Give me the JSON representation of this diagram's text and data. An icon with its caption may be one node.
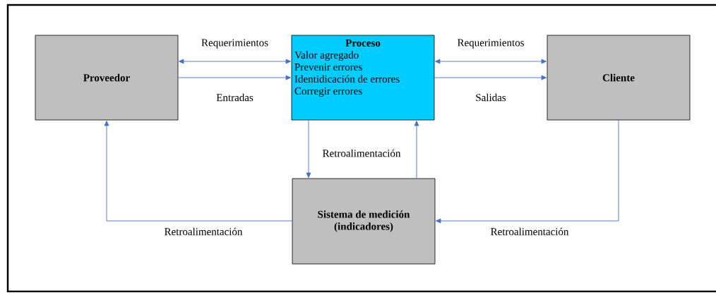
{
  "diagram": {
    "nodes": [
      {
        "text": [
          "Proveedor"
        ]
      },
      {
        "text": [
          "Proceso",
          "Valor agregado",
          "Prevenir errores",
          "Identidicación de errores",
          "Corregir errores"
        ]
      },
      {
        "text": [
          "Cliente"
        ]
      },
      {
        "text": [
          "Sistema de medición (indicadores)"
        ]
      }
    ],
    "edges": [
      {
        "from": 0,
        "to": 1,
        "arrow": "both",
        "label": "Requerimientos"
      },
      {
        "from": 0,
        "to": 1,
        "arrow": "to",
        "label": "Entradas"
      },
      {
        "from": 1,
        "to": 2,
        "arrow": "both",
        "label": "Requerimientos"
      },
      {
        "from": 1,
        "to": 2,
        "arrow": "to",
        "label": "Salidas"
      },
      {
        "from": 1,
        "to": 3,
        "arrow": "to",
        "label": "Retroalimentación"
      },
      {
        "from": 3,
        "to": 1,
        "arrow": "to"
      },
      {
        "from": 3,
        "to": 0,
        "arrow": "to",
        "label": "Retroalimentación"
      },
      {
        "from": 2,
        "to": 3,
        "arrow": "to",
        "label": "Retroalimentación"
      }
    ]
  }
}
